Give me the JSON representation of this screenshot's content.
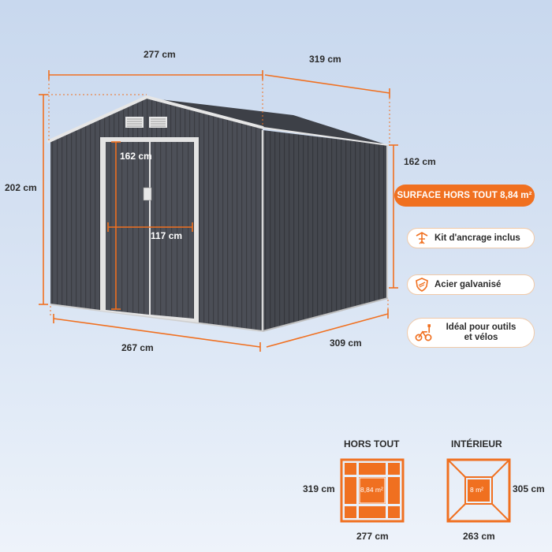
{
  "dimensions": {
    "top_width": "277 cm",
    "top_depth": "319 cm",
    "height_total": "202 cm",
    "height_side": "162 cm",
    "door_height": "162 cm",
    "door_width": "117 cm",
    "base_width": "267 cm",
    "base_depth": "309 cm"
  },
  "features": {
    "surface_banner": "SURFACE HORS TOUT 8,84 m²",
    "items": [
      {
        "icon": "anchor-kit-icon",
        "label": "Kit d'ancrage inclus"
      },
      {
        "icon": "shield-icon",
        "label": "Acier galvanisé"
      },
      {
        "icon": "tools-bike-icon",
        "label_line1": "Idéal pour outils",
        "label_line2": "et vélos"
      }
    ]
  },
  "plans": {
    "exterior": {
      "title": "HORS TOUT",
      "area": "8,84 m²",
      "side": "319 cm",
      "bottom": "277 cm"
    },
    "interior": {
      "title": "INTÉRIEUR",
      "area": "8 m²",
      "side": "305 cm",
      "bottom": "263 cm"
    }
  },
  "colors": {
    "accent": "#f07020",
    "shed": "#4a4d54",
    "trim": "#e6e6e6"
  }
}
